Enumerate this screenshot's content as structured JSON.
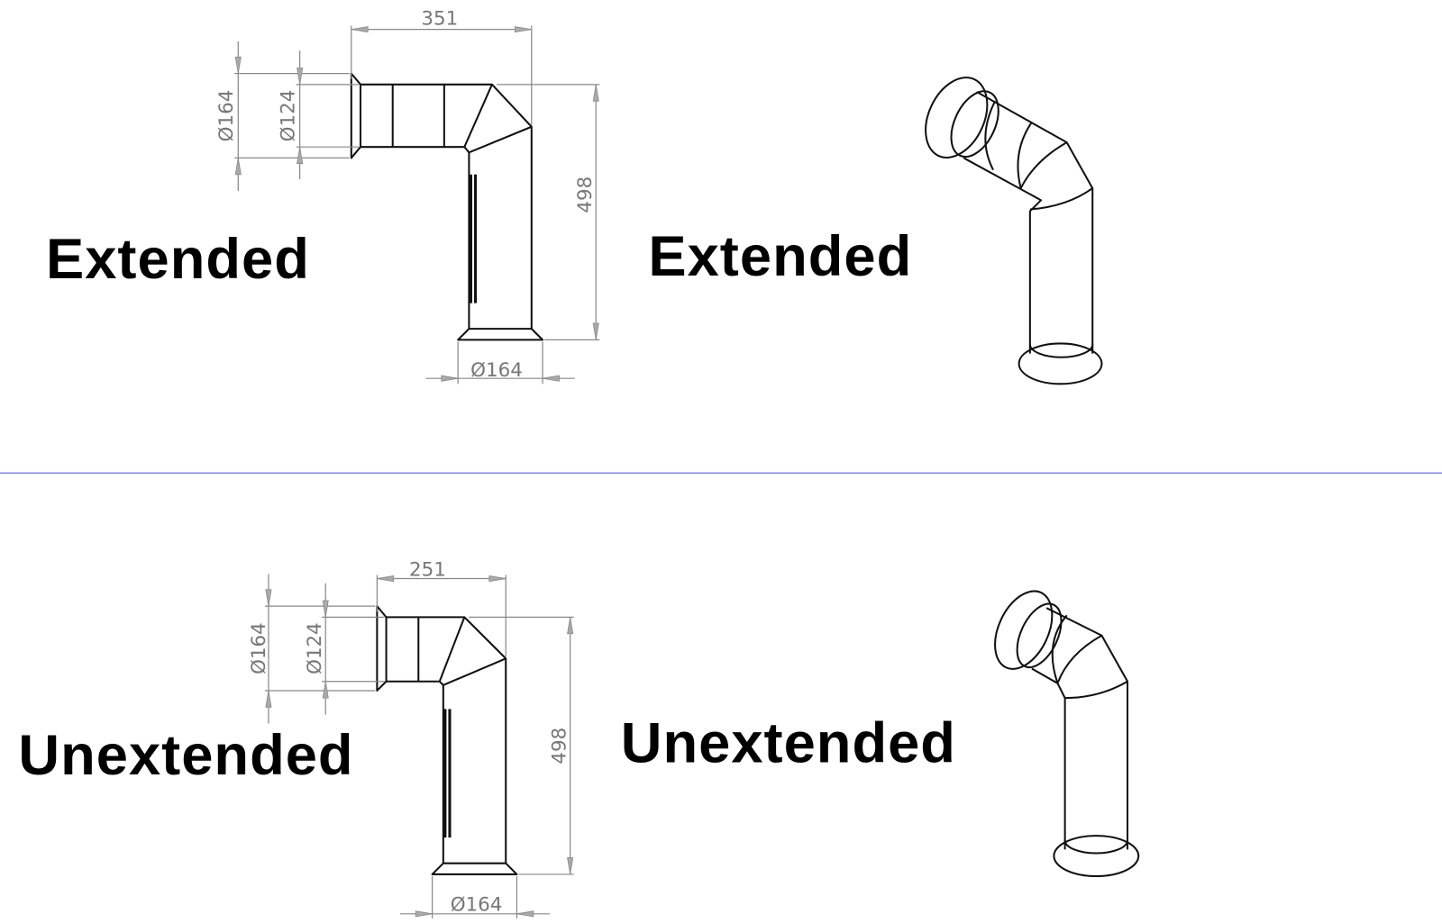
{
  "sections": [
    {
      "state": "extended",
      "label_left": "Extended",
      "label_right": "Extended",
      "dims": {
        "width": "351",
        "height": "498",
        "outer_dia": "Ø164",
        "inner_dia": "Ø124",
        "base_dia": "Ø164"
      }
    },
    {
      "state": "unextended",
      "label_left": "Unextended",
      "label_right": "Unextended",
      "dims": {
        "width": "251",
        "height": "498",
        "outer_dia": "Ø164",
        "inner_dia": "Ø124",
        "base_dia": "Ø164"
      }
    }
  ],
  "colors": {
    "divider": "#6b6bd0",
    "line": "#111111",
    "dimension": "#888888"
  }
}
